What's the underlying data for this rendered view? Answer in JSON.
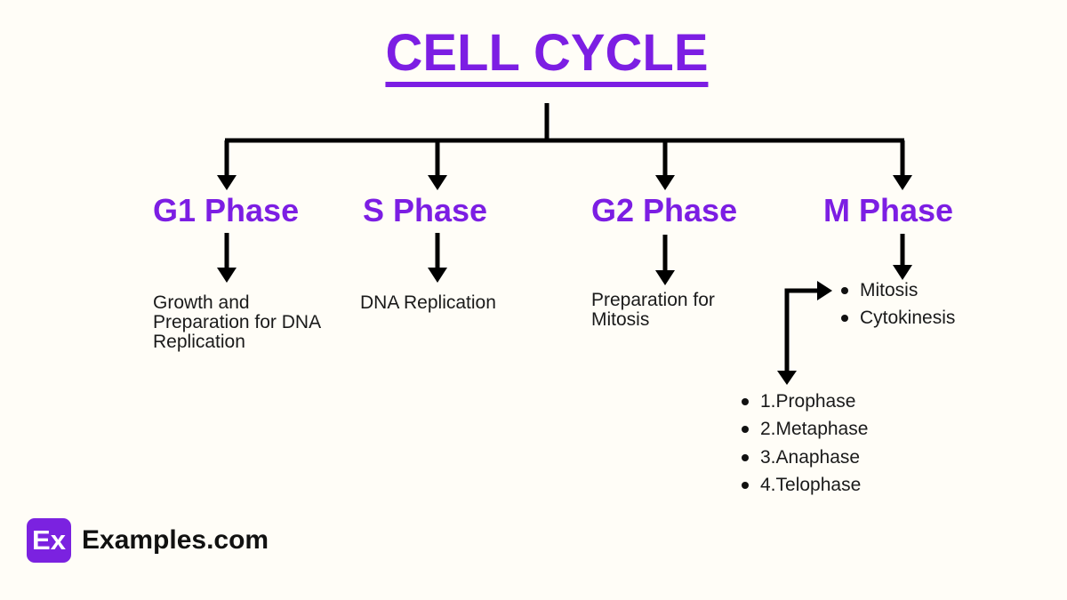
{
  "title": "CELL CYCLE",
  "phases": [
    {
      "label": "G1 Phase",
      "description": "Growth and Preparation for DNA Replication"
    },
    {
      "label": "S Phase",
      "description": "DNA Replication"
    },
    {
      "label": "G2 Phase",
      "description": "Preparation for Mitosis"
    },
    {
      "label": "M Phase",
      "bullets": [
        "Mitosis",
        "Cytokinesis"
      ],
      "mitosis_stages": [
        "1.Prophase",
        "2.Metaphase",
        "3.Anaphase",
        "4.Telophase"
      ]
    }
  ],
  "branding": {
    "logo_badge": "Ex",
    "site_name": "Examples.com"
  },
  "colors": {
    "accent_purple": "#7C1EE3",
    "logo_purple": "#7B22E0",
    "line_black": "#000000",
    "text_black": "#1A1A1A",
    "background": "#FFFDF7"
  }
}
